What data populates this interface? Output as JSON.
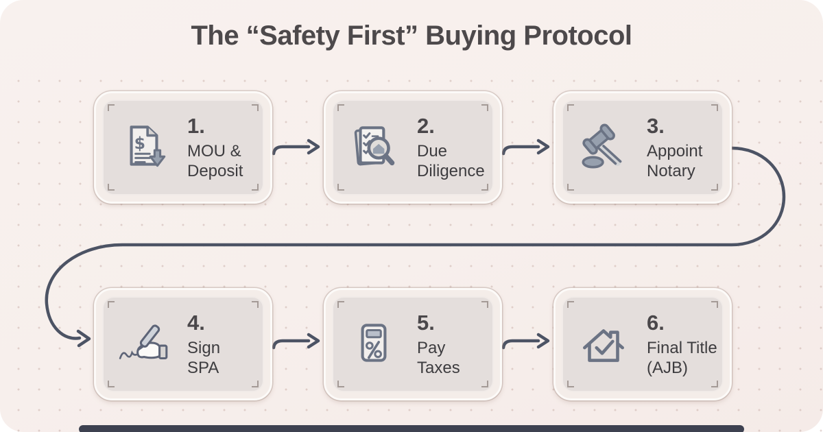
{
  "title": "The “Safety First” Buying Protocol",
  "colors": {
    "card_background": "#f7efec",
    "box_outer": "#f4ede9",
    "box_inner_panel": "#e4dedc",
    "arrow": "#4c5364",
    "icon_stroke": "#6b7384",
    "icon_accent": "#97a0ae",
    "title_text": "#4d494b",
    "label_text": "#3d3c3f",
    "bottom_bar": "#3d4150",
    "dot_grid": "#c2a69f"
  },
  "steps": [
    {
      "number": "1.",
      "label_line1": "MOU &",
      "label_line2": "Deposit",
      "icon": "dollar-document-icon"
    },
    {
      "number": "2.",
      "label_line1": "Due",
      "label_line2": "Diligence",
      "icon": "document-magnifier-icon"
    },
    {
      "number": "3.",
      "label_line1": "Appoint",
      "label_line2": "Notary",
      "icon": "gavel-icon"
    },
    {
      "number": "4.",
      "label_line1": "Sign",
      "label_line2": "SPA",
      "icon": "signing-hand-icon"
    },
    {
      "number": "5.",
      "label_line1": "Pay",
      "label_line2": "Taxes",
      "icon": "calculator-percent-icon"
    },
    {
      "number": "6.",
      "label_line1": "Final Title",
      "label_line2": "(AJB)",
      "icon": "house-check-icon"
    }
  ]
}
